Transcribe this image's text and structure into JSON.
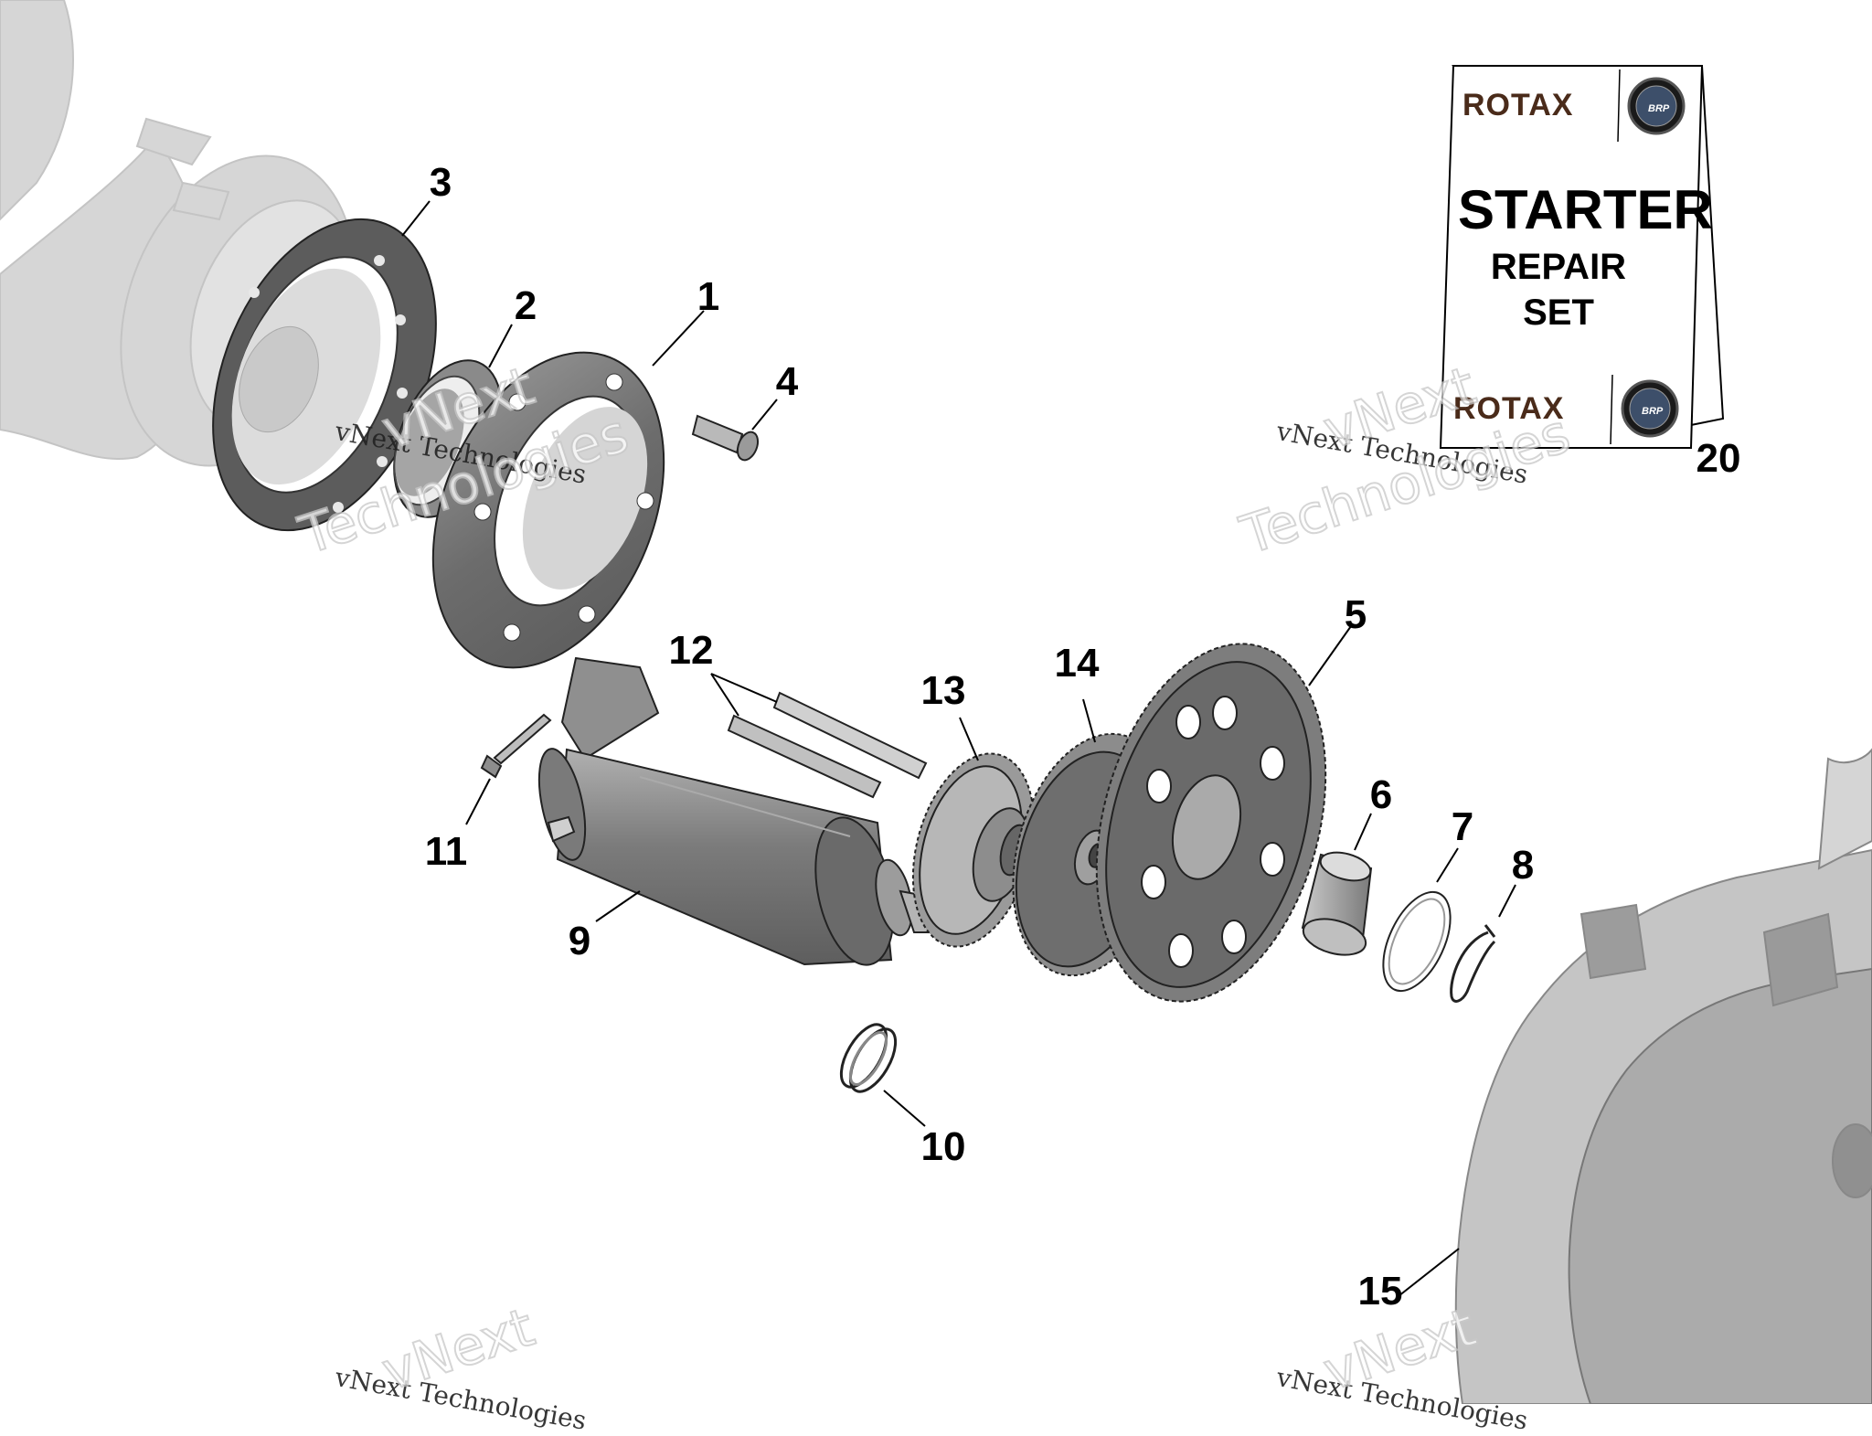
{
  "parts": [
    {
      "ref": "1",
      "name": "flange"
    },
    {
      "ref": "2",
      "name": "bearing"
    },
    {
      "ref": "3",
      "name": "ring-gear"
    },
    {
      "ref": "4",
      "name": "screw"
    },
    {
      "ref": "5",
      "name": "large-gear"
    },
    {
      "ref": "6",
      "name": "bushing"
    },
    {
      "ref": "7",
      "name": "washer"
    },
    {
      "ref": "8",
      "name": "circlip"
    },
    {
      "ref": "9",
      "name": "starter-motor"
    },
    {
      "ref": "10",
      "name": "spring"
    },
    {
      "ref": "11",
      "name": "bolt"
    },
    {
      "ref": "12",
      "name": "pins"
    },
    {
      "ref": "13",
      "name": "intermediate-gear"
    },
    {
      "ref": "14",
      "name": "double-gear"
    },
    {
      "ref": "15",
      "name": "cover"
    },
    {
      "ref": "20",
      "name": "repair-set-card"
    }
  ],
  "repair_card": {
    "brand": "ROTAX",
    "badge": "BRP",
    "title": "STARTER",
    "subtitle_1": "REPAIR",
    "subtitle_2": "SET"
  },
  "watermark": {
    "line_1": "vNext",
    "line_2": "Technologies",
    "small": "vNext Technologies"
  },
  "colors": {
    "part_dark": "#6d6d6d",
    "part_mid": "#8a8a8a",
    "part_light": "#b5b5b5",
    "ghost": "#d4d4d4",
    "outline": "#000000"
  }
}
